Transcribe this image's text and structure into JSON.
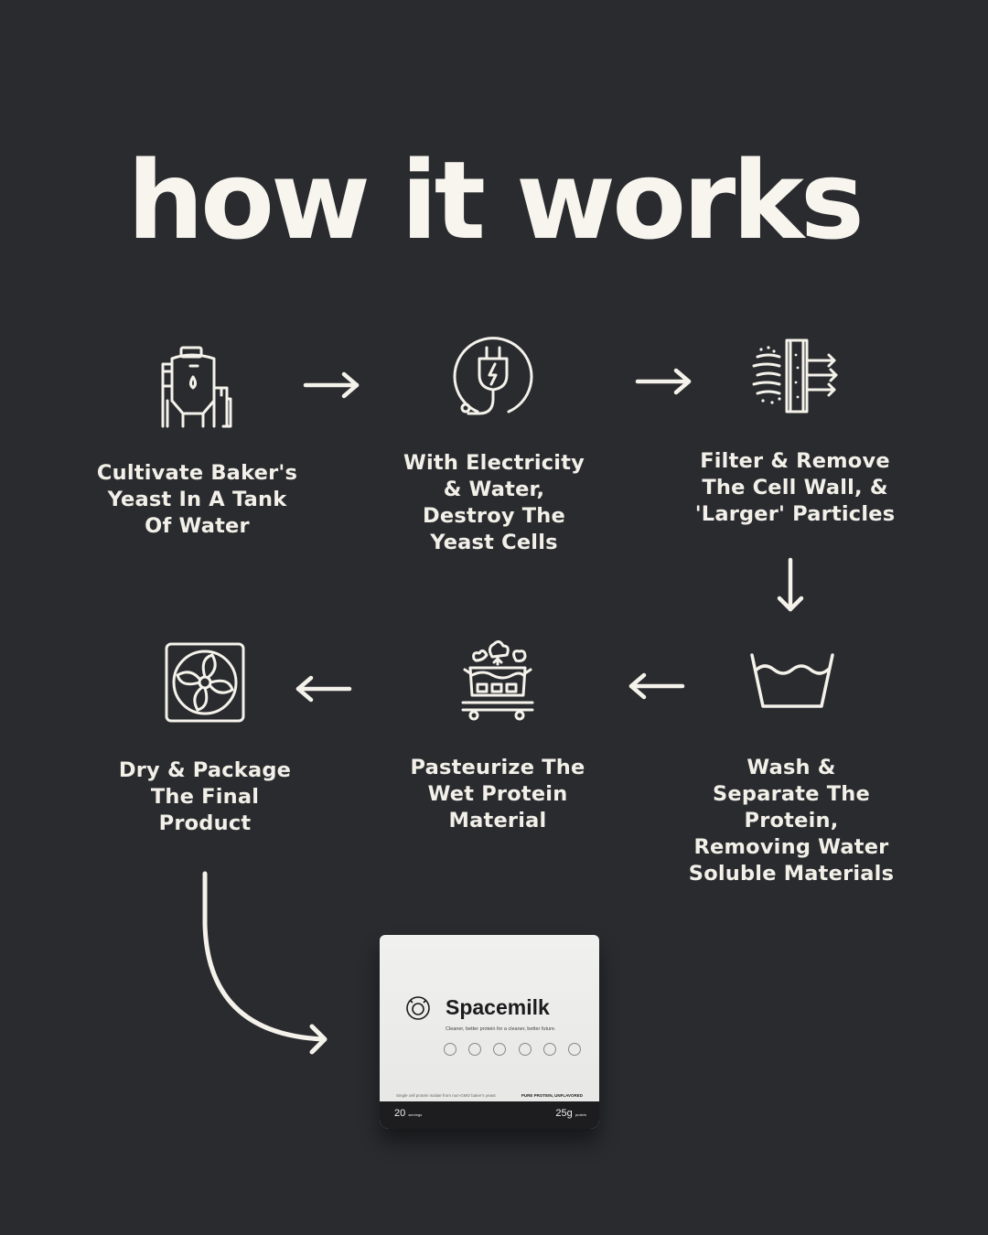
{
  "title": "how it works",
  "steps": [
    {
      "icon": "fermentation-tank-icon",
      "text": [
        "Cultivate Baker's",
        "Yeast In A Tank",
        "Of Water"
      ]
    },
    {
      "icon": "electric-plug-icon",
      "text": [
        "With Electricity",
        "& Water,",
        "Destroy The",
        "Yeast Cells"
      ]
    },
    {
      "icon": "filter-icon",
      "text": [
        "Filter & Remove",
        "The Cell Wall, &",
        "'Larger' Particles"
      ]
    },
    {
      "icon": "wash-basin-icon",
      "text": [
        "Wash &",
        "Separate The",
        "Protein,",
        "Removing Water",
        "Soluble Materials"
      ]
    },
    {
      "icon": "pasteurize-pot-icon",
      "text": [
        "Pasteurize The",
        "Wet Protein",
        "Material"
      ]
    },
    {
      "icon": "exhaust-fan-icon",
      "text": [
        "Dry & Package",
        "The Final",
        "Product"
      ]
    }
  ],
  "colors": {
    "background": "#2a2b2f",
    "foreground": "#f4f2ea"
  },
  "product": {
    "brand": "Spacemilk",
    "tagline": "Cleaner, better protein for a cleaner, better future.",
    "footer_left": "Single cell protein isolate from non-GMO baker's yeast",
    "footer_right": "PURE PROTEIN, UNFLAVORED",
    "servings": "20",
    "servings_label": "servings",
    "protein": "25g",
    "protein_label": "protein"
  }
}
